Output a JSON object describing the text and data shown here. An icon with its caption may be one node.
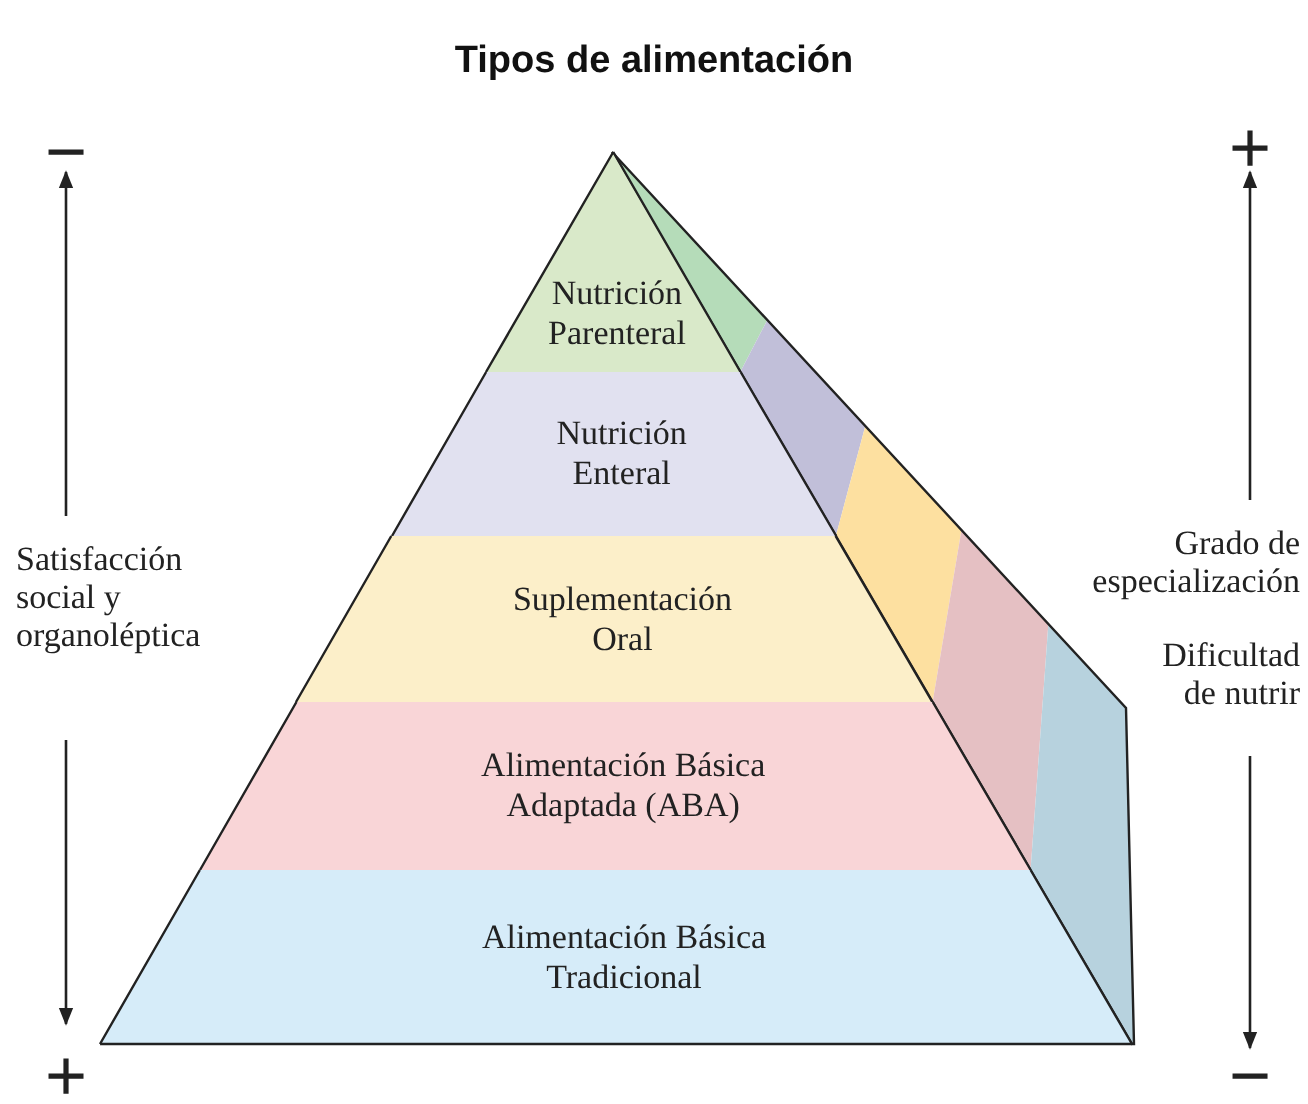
{
  "diagram": {
    "title": "Tipos de alimentación",
    "nodes": [
      {
        "text": [
          "Nutrición Parenteral"
        ]
      },
      {
        "text": [
          "Nutrición Enteral"
        ]
      },
      {
        "text": [
          "Suplementación Oral"
        ]
      },
      {
        "text": [
          "Alimentación Básica Adaptada (ABA)"
        ]
      },
      {
        "text": [
          "Alimentación Básica Tradicional"
        ]
      }
    ],
    "labels": [
      "−",
      "Satisfacción social y organoléptica",
      "+",
      "+",
      "Grado de especialización",
      "Dificultad de nutrir",
      "−"
    ]
  }
}
